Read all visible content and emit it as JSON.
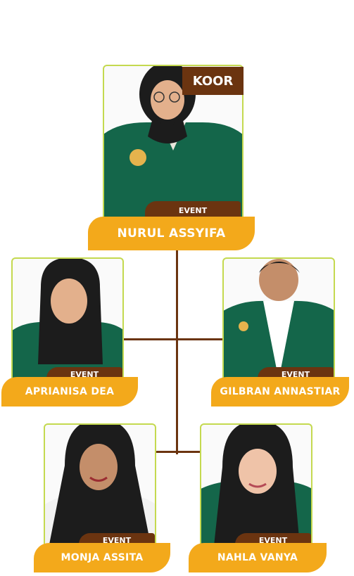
{
  "coordinator": {
    "badge": "KOOR",
    "role": "EVENT",
    "name": "NURUL ASSYIFA"
  },
  "members": [
    {
      "role": "EVENT",
      "name": "APRIANISA DEA"
    },
    {
      "role": "EVENT",
      "name": "GILBRAN ANNASTIAR"
    },
    {
      "role": "EVENT",
      "name": "MONJA ASSITA"
    },
    {
      "role": "EVENT",
      "name": "NAHLA VANYA"
    }
  ],
  "colors": {
    "accent": "#f3a91b",
    "brown": "#6b3410",
    "frame": "#c4d94f",
    "jacket": "#14664a"
  }
}
